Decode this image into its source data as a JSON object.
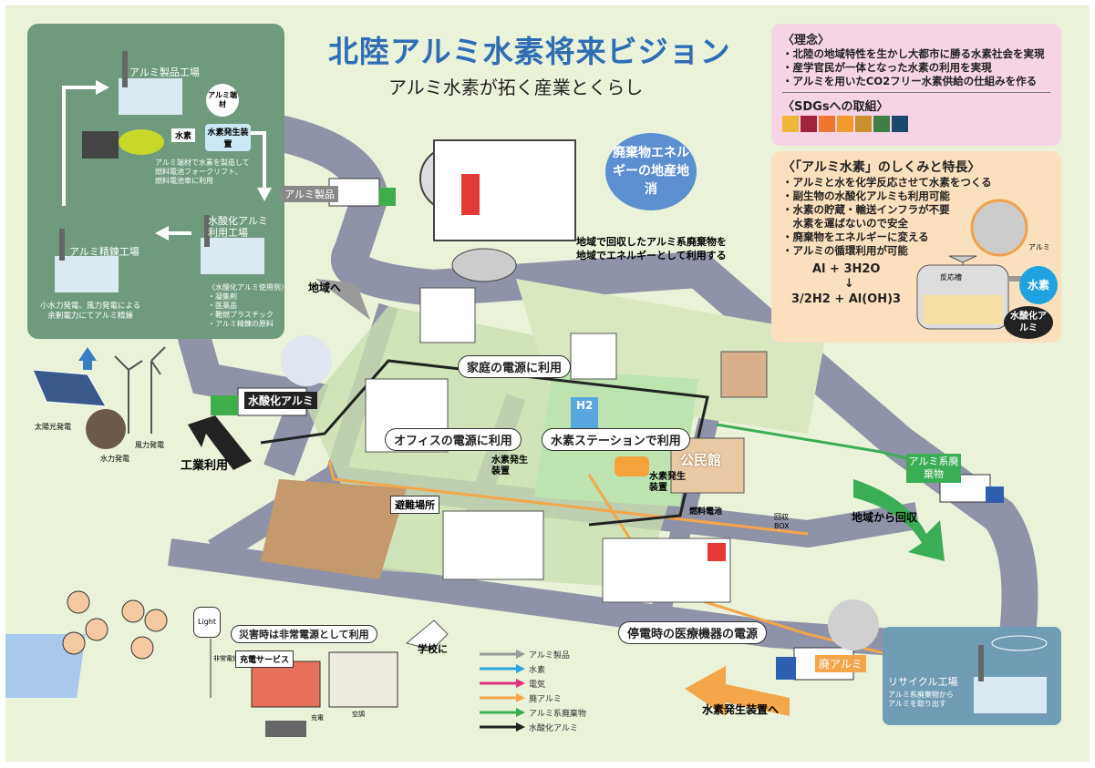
{
  "title": "北陸アルミ水素将来ビジョン",
  "subtitle": "アルミ水素が拓く産業とくらし",
  "cycle": {
    "factory_products": "アルミ製品工場",
    "scrap": "アルミ端材",
    "generator": "水素発生装置",
    "hydrogen": "水素",
    "forklift_note": [
      "アルミ端材で水素を製造して",
      "燃料電池フォークリフト、",
      "燃料電池車に利用"
    ],
    "hydroxide_factory": "水酸化アルミ利用工場",
    "hydroxide_uses_title": "〈水酸化アルミ使用例〉",
    "hydroxide_uses": [
      "・凝集剤",
      "・医薬品",
      "・難燃プラスチック",
      "・アルミ精錬の原料"
    ],
    "smelter": "アルミ精錬工場",
    "smelter_note": [
      "小水力発電、風力発電による",
      "余剰電力にてアルミ精錬"
    ]
  },
  "philosophy": {
    "heading": "〈理念〉",
    "items": [
      "・北陸の地域特性を生かし大都市に勝る水素社会を実現",
      "・産学官民が一体となった水素の利用を実現",
      "・アルミを用いたCO2フリー水素供給の仕組みを作る"
    ],
    "sdgs_heading": "〈SDGsへの取組〉",
    "sdg_colors": [
      "#f0b63a",
      "#a3223d",
      "#f0762f",
      "#f49a2c",
      "#c9922f",
      "#3f7e44",
      "#1b486b"
    ]
  },
  "mechanism": {
    "heading": "〈「アルミ水素」のしくみと特長〉",
    "items": [
      "・アルミと水を化学反応させて水素をつくる",
      "・副生物の水酸化アルミも利用可能",
      "・水素の貯蔵・輸送インフラが不要",
      "　水素を運ばないので安全",
      "・廃棄物をエネルギーに変える",
      "・アルミの循環利用が可能"
    ],
    "equation_top": "Al + 3H2O",
    "equation_arrow": "↓",
    "equation_bottom": "3/2H2 + Al(OH)3",
    "aluminum": "アルミ",
    "reactor": "反応槽",
    "hydrogen": "水素",
    "hydroxide": "水酸化アルミ"
  },
  "center": {
    "local_circle": "廃棄物エネルギーの地産地消",
    "local_note": [
      "地域で回収したアルミ系廃棄物を",
      "地域でエネルギーとして利用する"
    ],
    "truck_products": "アルミ製品",
    "to_region": "地域へ",
    "truck_hydroxide": "水酸化アルミ",
    "industrial": "工業利用",
    "solar": "太陽光発電",
    "wind": "風力発電",
    "hydro": "水力発電",
    "home": "家庭の電源に利用",
    "office": "オフィスの電源に利用",
    "station": "水素ステーションで利用",
    "generator1": "水素発生装置",
    "generator2": "水素発生装置",
    "community": "公民館",
    "fuel_cell": "燃料電池",
    "box": "回収BOX",
    "shelter": "避難場所",
    "waste": "アルミ系廃棄物",
    "collect": "地域から回収",
    "hospital": "停電時の医療機器の電源",
    "scrap_truck": "廃アルミ",
    "to_generator": "水素発生装置へ",
    "recycle": "リサイクル工場",
    "recycle_note": [
      "アルミ系廃棄物から",
      "アルミを取り出す"
    ],
    "h2_station_sign": "H2"
  },
  "disaster": {
    "light": "Light",
    "emergency_light": "非常電灯",
    "charge_service": "充電サービス",
    "charge": "充電",
    "aircon": "空調",
    "emergency_power": "災害時は非常電源として利用",
    "to_school": "学校に"
  },
  "legend": [
    {
      "label": "アルミ製品",
      "color": "#9a9a9a"
    },
    {
      "label": "水素",
      "color": "#29a8e0"
    },
    {
      "label": "電気",
      "color": "#e0307f"
    },
    {
      "label": "廃アルミ",
      "color": "#f3a64a"
    },
    {
      "label": "アルミ系廃棄物",
      "color": "#3bae55"
    },
    {
      "label": "水酸化アルミ",
      "color": "#222222"
    }
  ]
}
